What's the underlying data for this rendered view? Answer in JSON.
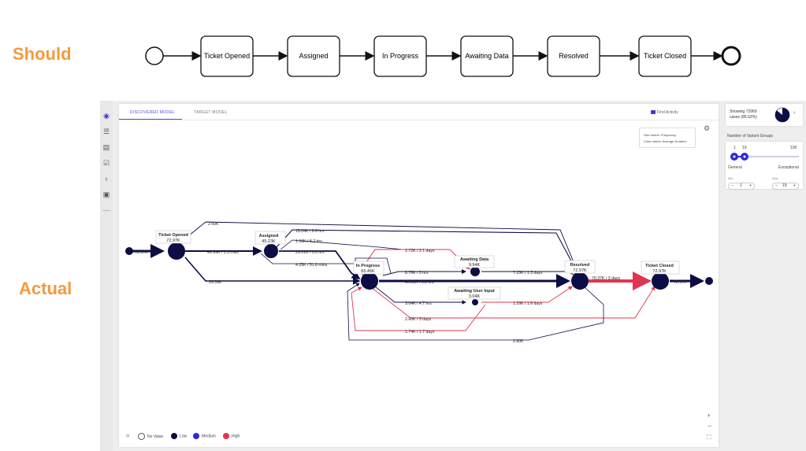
{
  "headings": {
    "should": "Should",
    "actual": "Actual"
  },
  "should_flow": {
    "steps": [
      "Ticket Opened",
      "Assigned",
      "In Progress",
      "Awaiting Data",
      "Resolved",
      "Ticket Closed"
    ]
  },
  "tabs": {
    "discovered": "DISCOVERED MODEL",
    "target": "TARGET MODEL"
  },
  "toolbar": {
    "find_activity": "Find Activity"
  },
  "metrics": {
    "size": "Size metric: Frequency",
    "color": "Color metric: Average Duration"
  },
  "graph": {
    "start_count": "72.97K",
    "end_count": "72.97K",
    "nodes": {
      "ticket_opened": {
        "name": "Ticket Opened",
        "count": "72.97K"
      },
      "assigned": {
        "name": "Assigned",
        "count": "45.23K"
      },
      "in_progress": {
        "name": "In Progress",
        "count": "65.45K"
      },
      "awaiting_data": {
        "name": "Awaiting Data",
        "count": "9.94K"
      },
      "awaiting_user_input": {
        "name": "Awaiting User Input",
        "count": "3.04K"
      },
      "resolved": {
        "name": "Resolved",
        "count": "72.97K"
      },
      "ticket_closed": {
        "name": "Ticket Closed",
        "count": "72.97K"
      }
    },
    "edges": {
      "to_to_resolved": "2.60K",
      "to_to_assigned": "40.99K / 1.5 mills",
      "to_to_inprogress": "29.39K",
      "as_to_resolved": "15.04K / 9.8 hrs",
      "as_loop": "1.18K / 8.2 hrs",
      "as_to_inprogress": "29.01K / 3.6 hrs",
      "as_back": "4.25K / 51.6 mins",
      "ip_to_awaitdata": "2.72K / 2.1 days",
      "ip_to_awaitdata2": "8.76K / 3 hrs",
      "awaitdata_to_resolved": "7.23K / 1.3 days",
      "ip_to_resolved": "45.81K / 6.2 hrs",
      "ip_to_awaituser": "3.04K / 4.7 hrs",
      "awaituser_to_resolved": "1.29K / 1.6 days",
      "ip_to_closed": "2.60K / 3 days",
      "awaituser_back": "1.74K / 1.7 days",
      "resolved_back": "2.60K",
      "resolved_to_closed": "70.37K / 3 days"
    }
  },
  "legend": {
    "no_value": "No Value",
    "low": "Low",
    "medium": "Medium",
    "high": "High"
  },
  "legend_colors": {
    "no_value": "#ffffff",
    "low": "#0d0d45",
    "medium": "#2b2bd9",
    "high": "#e0364f"
  },
  "cases": {
    "line1": "Showing 72969",
    "line2": "cases (85.62%)",
    "percent": 85.62
  },
  "variants": {
    "title": "Number of Variant Groups",
    "min_label": "1",
    "current": "19",
    "max_label": "100",
    "left_caption": "General",
    "right_caption": "Exceptional",
    "min_field_label": "Min",
    "max_field_label": "Max",
    "min_value": "1",
    "max_value": "19"
  },
  "colors": {
    "accent": "#3b3bd6",
    "heading": "#f39a3d",
    "high": "#e0364f",
    "low": "#0d0d45"
  }
}
